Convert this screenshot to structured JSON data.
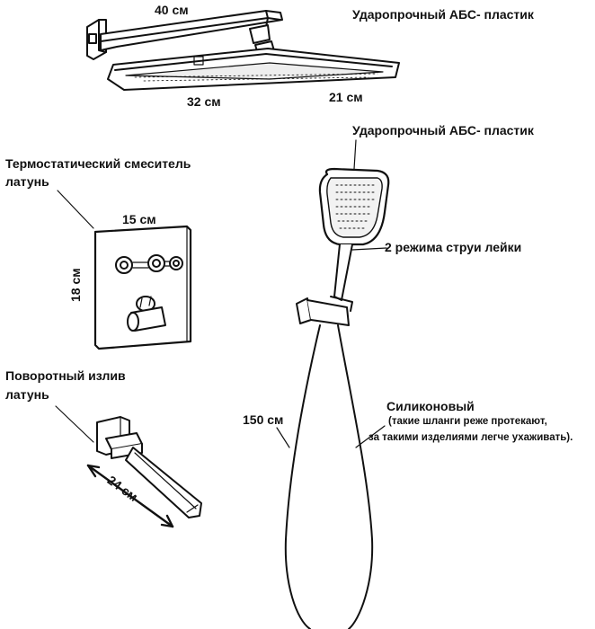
{
  "overhead_shower": {
    "arm_length": "40 см",
    "head_width": "32 см",
    "head_depth": "21 см",
    "material": "Ударопрочный АБС- пластик"
  },
  "hand_shower": {
    "material": "Ударопрочный АБС- пластик",
    "modes": "2 режима струи лейки"
  },
  "mixer": {
    "title": "Термостатический смеситель",
    "material": "латунь",
    "width": "15 см",
    "height": "18 см"
  },
  "spout": {
    "title": "Поворотный излив",
    "material": "латунь",
    "length": "24 см"
  },
  "hose": {
    "length": "150 см",
    "title": "Силиконовый",
    "note_line1": "(такие шланги реже протекают,",
    "note_line2": "за такими изделиями легче ухаживать)."
  },
  "colors": {
    "ink": "#111111",
    "background": "#ffffff",
    "light_fill": "#f2f2f2"
  }
}
